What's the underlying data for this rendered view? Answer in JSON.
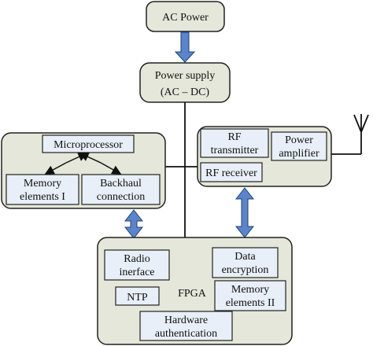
{
  "blocks": {
    "ac_power": "AC Power",
    "power_supply": [
      "Power supply",
      "(AC – DC)"
    ],
    "microprocessor": "Microprocessor",
    "memory1": [
      "Memory",
      "elements I"
    ],
    "backhaul": [
      "Backhaul",
      "connection"
    ],
    "rf_transmitter": [
      "RF",
      "transmitter"
    ],
    "power_amplifier": [
      "Power",
      "amplifier"
    ],
    "rf_receiver": "RF receiver",
    "radio_interface": [
      "Radio",
      "inerface"
    ],
    "data_encryption": [
      "Data",
      "encryption"
    ],
    "fpga": "FPGA",
    "ntp": "NTP",
    "memory2": [
      "Memory",
      "elements II"
    ],
    "hardware_auth": [
      "Hardware",
      "authentication"
    ]
  },
  "colors": {
    "container_fill": "#e4e7d9",
    "block_fill": "#e9eff8",
    "arrow_fill": "#5b85c8",
    "line": "#111111"
  }
}
